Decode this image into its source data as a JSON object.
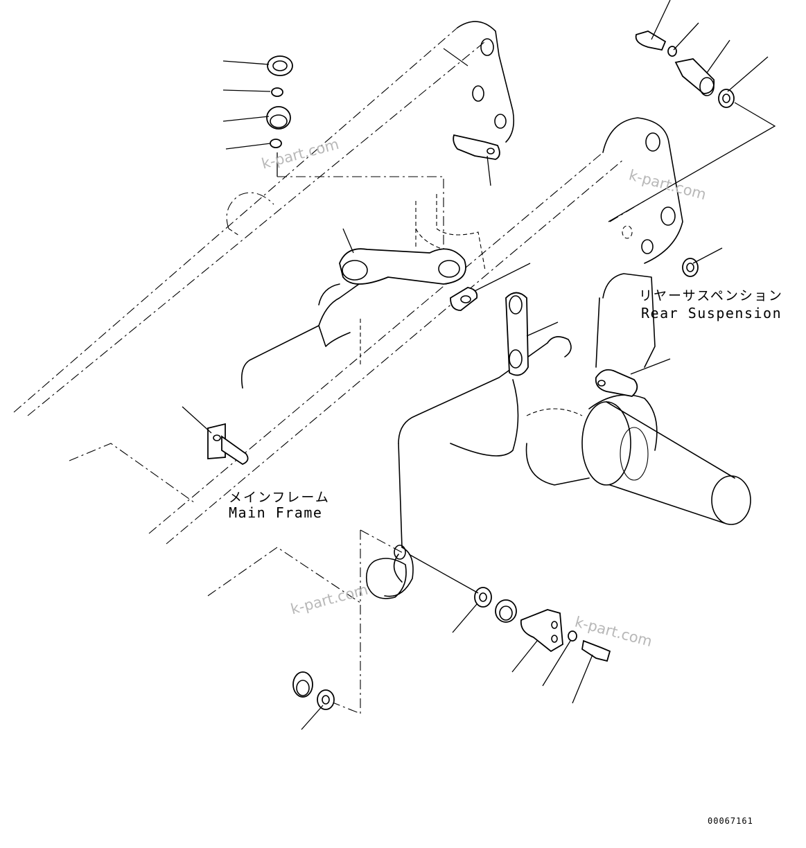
{
  "labels": {
    "rear_suspension_jp": "リヤーサスペンション",
    "rear_suspension_en": "Rear Suspension",
    "main_frame_jp": "メインフレーム",
    "main_frame_en": "Main Frame"
  },
  "drawing_number": "00067161",
  "watermarks": [
    "k-part.com",
    "k-part.com",
    "k-part.com",
    "k-part.com"
  ]
}
